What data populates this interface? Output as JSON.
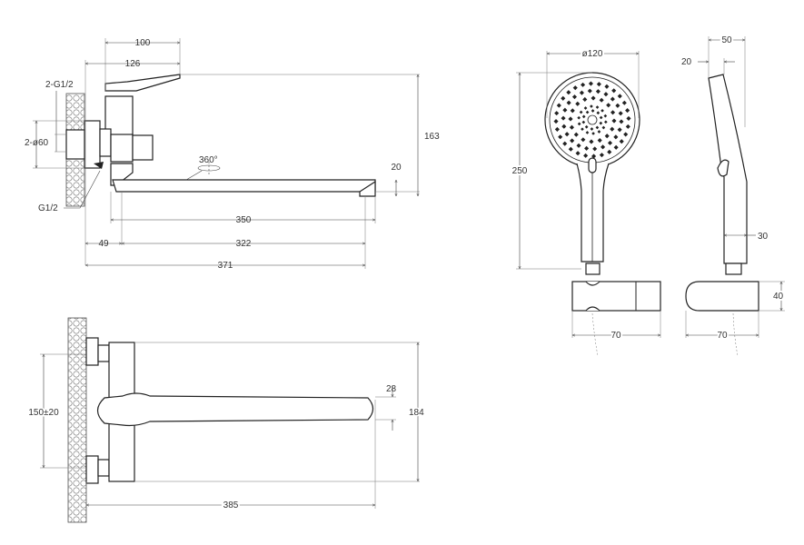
{
  "drawing": {
    "side_view": {
      "dim_lever_width": "100",
      "dim_lever_from_wall": "126",
      "dim_height": "163",
      "dim_spout_height": "20",
      "dim_spout_length": "350",
      "dim_wall_to_spout": "49",
      "dim_spout_reach": "322",
      "dim_total_reach": "371",
      "label_inlets": "2-G1/2",
      "label_flanges": "2-ø60",
      "label_outlet": "G1/2",
      "label_rotation": "360°"
    },
    "top_view": {
      "dim_centers": "150±20",
      "dim_spout_width": "28",
      "dim_depth": "184",
      "dim_length": "385"
    },
    "hand_shower_front": {
      "dim_diameter": "ø120",
      "dim_length": "250",
      "dim_holder_width": "70"
    },
    "hand_shower_side": {
      "dim_depth": "50",
      "dim_head_thickness": "20",
      "dim_handle_thickness": "30",
      "dim_holder_height": "40",
      "dim_holder_width": "70"
    }
  }
}
